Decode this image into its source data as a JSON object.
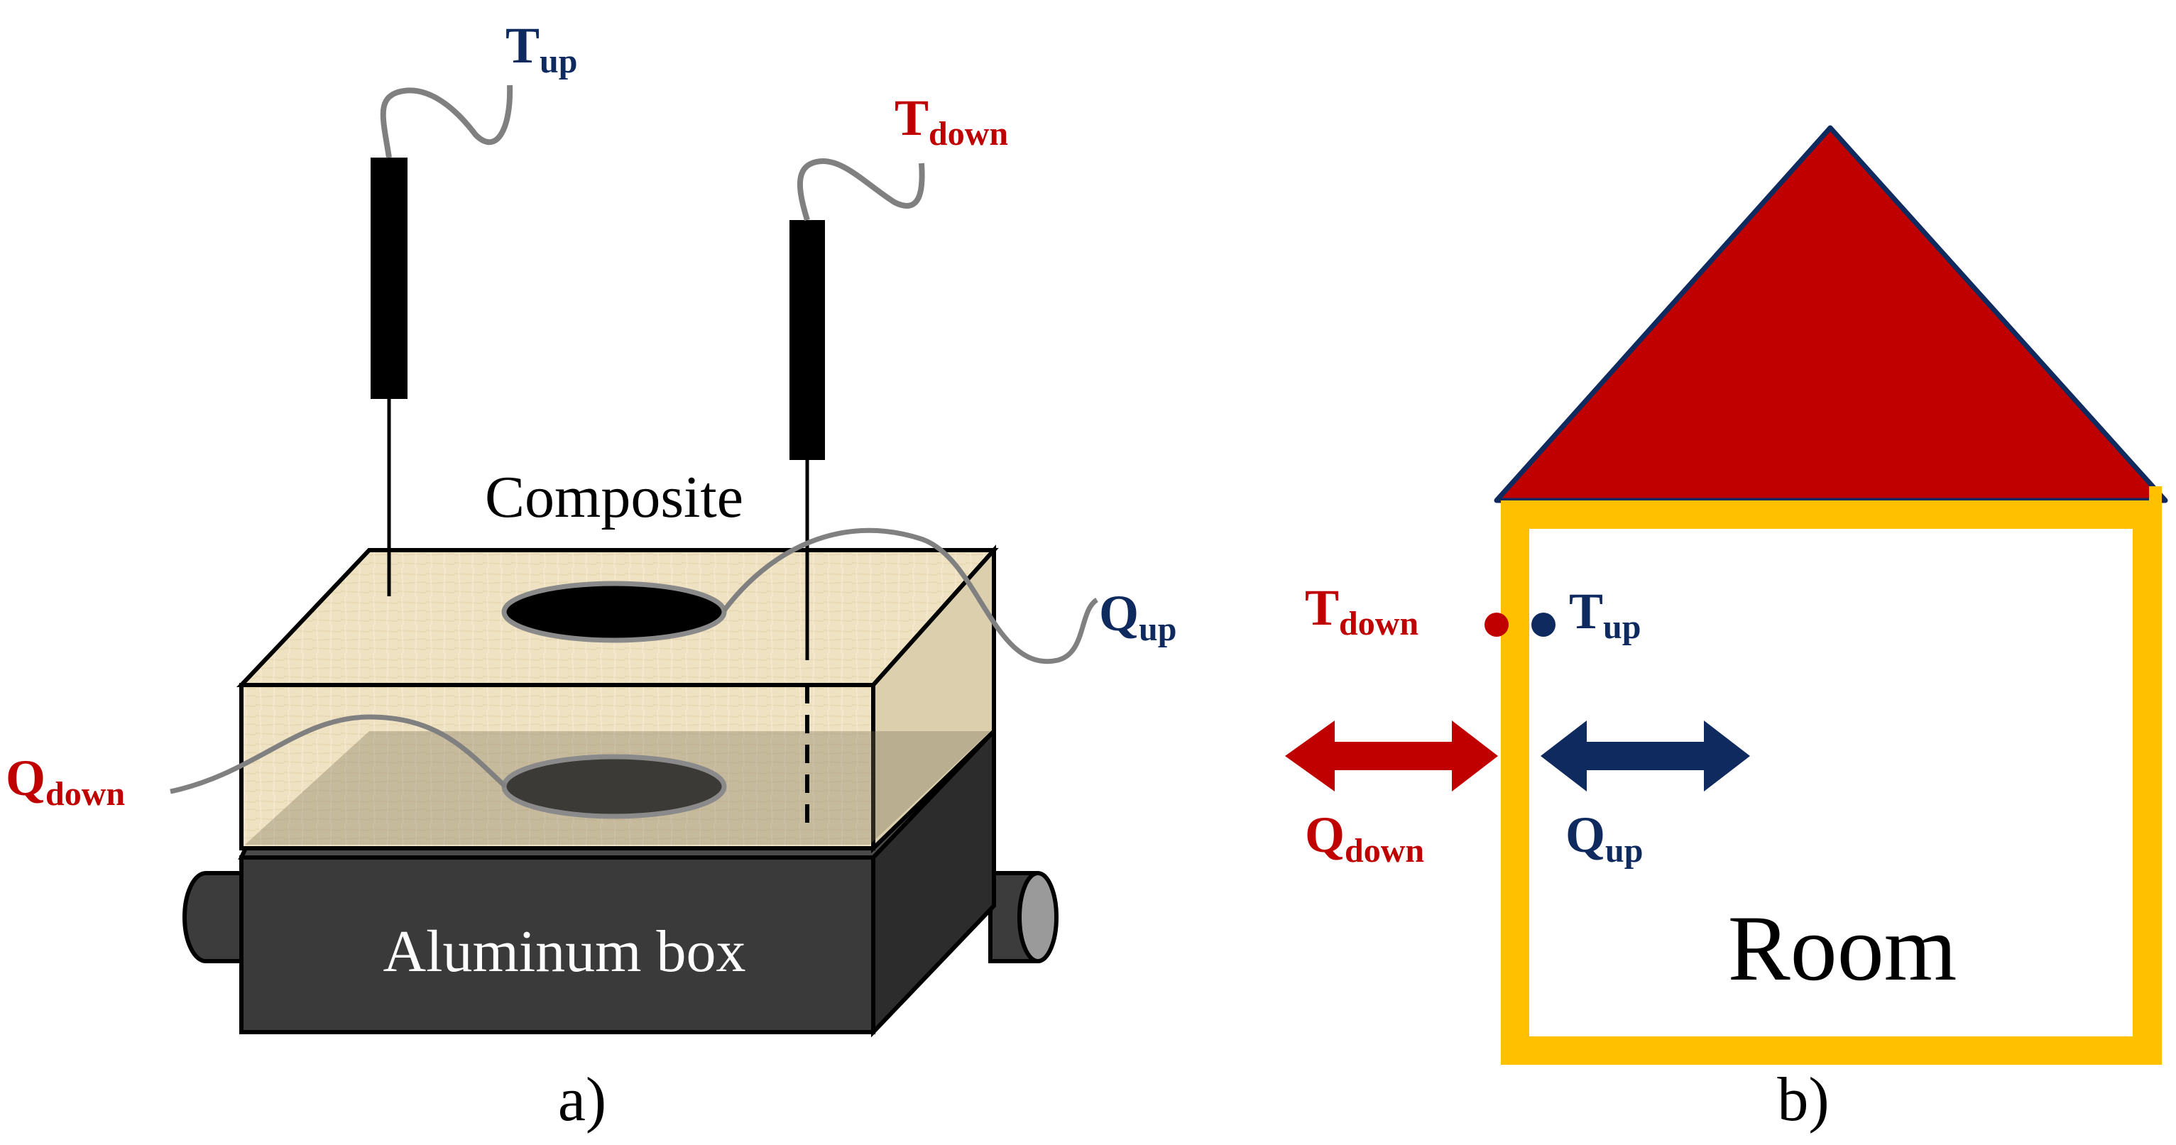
{
  "panel_a": {
    "caption": "a)",
    "box_label": "Aluminum box",
    "composite_label": "Composite",
    "t_up": {
      "main": "T",
      "sub": "up"
    },
    "t_down": {
      "main": "T",
      "sub": "down"
    },
    "q_up": {
      "main": "Q",
      "sub": "up"
    },
    "q_down": {
      "main": "Q",
      "sub": "down"
    }
  },
  "panel_b": {
    "caption": "b)",
    "room_label": "Room",
    "t_up": {
      "main": "T",
      "sub": "up"
    },
    "t_down": {
      "main": "T",
      "sub": "down"
    },
    "q_up": {
      "main": "Q",
      "sub": "up"
    },
    "q_down": {
      "main": "Q",
      "sub": "down"
    }
  },
  "colors": {
    "red": "#c00000",
    "navy": "#0e2a5e",
    "wall": "#ffc000",
    "box": "#3a3a3a",
    "composite": "#efe2c2",
    "sensor_wire": "#808080"
  }
}
